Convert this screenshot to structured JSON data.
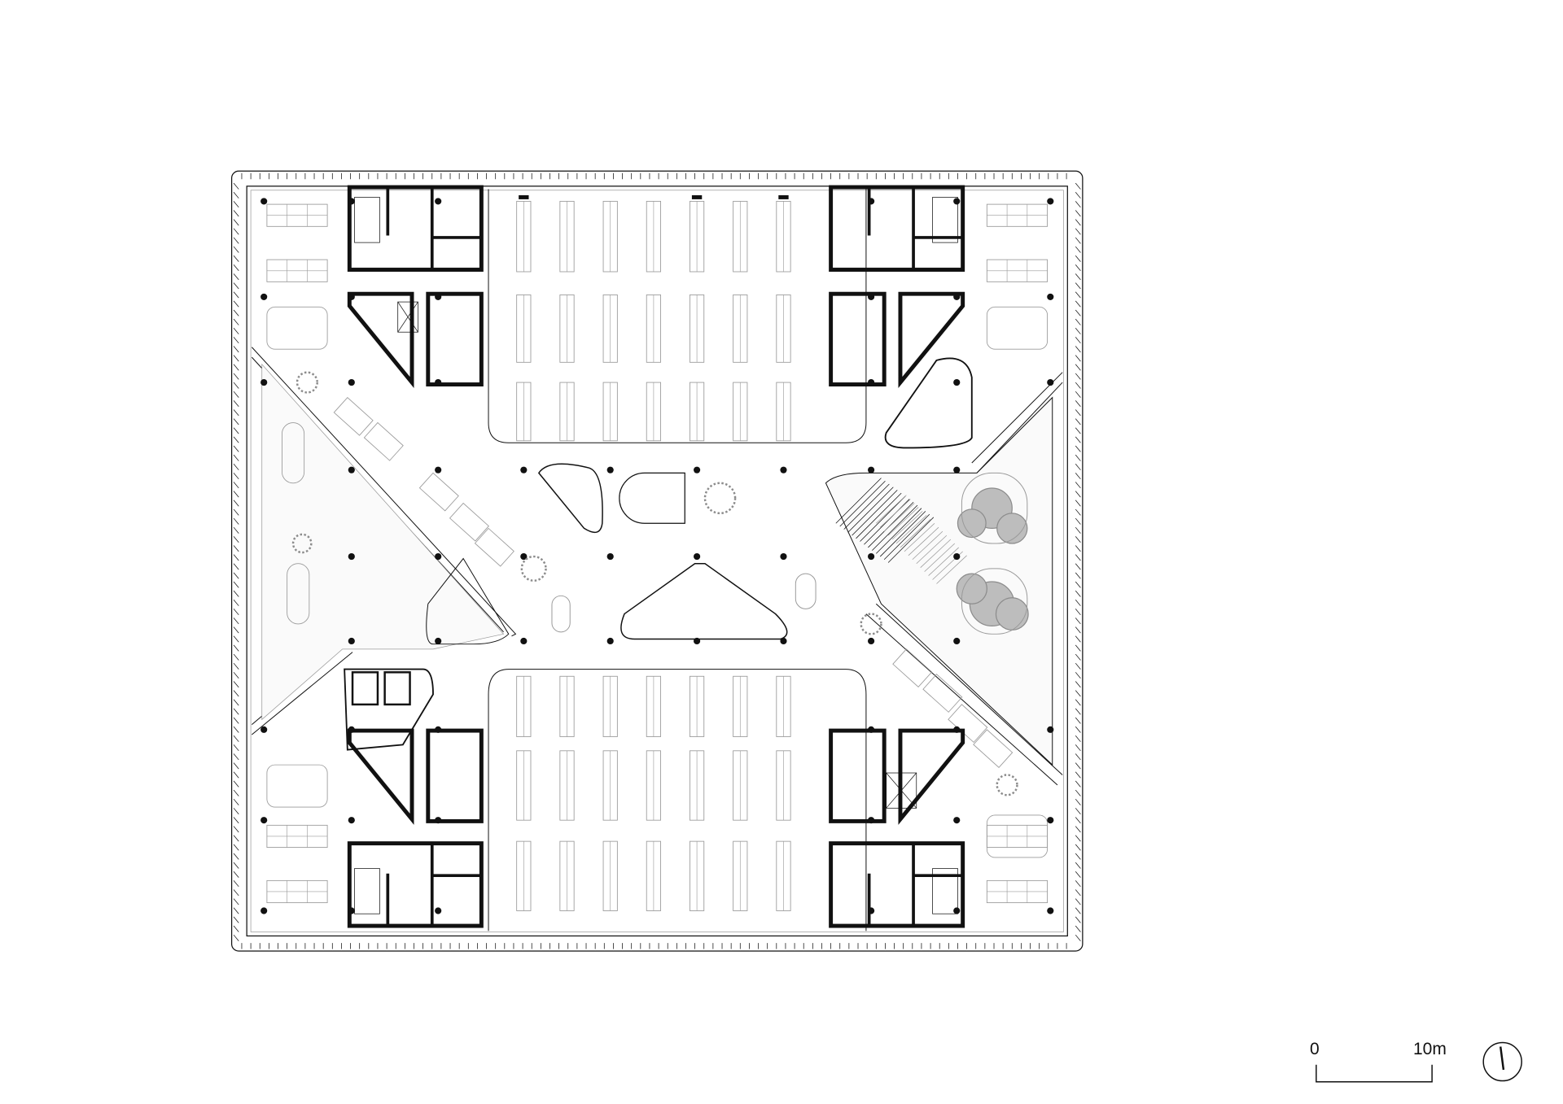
{
  "drawing": {
    "type": "architectural floor plan",
    "line_color": "#111111",
    "light_line_color": "#9a9a9a",
    "planting_color": "#8c8c8c"
  },
  "scale_bar": {
    "start_label": "0",
    "end_label": "10m"
  },
  "north_arrow": {
    "icon": "north-arrow-icon"
  }
}
